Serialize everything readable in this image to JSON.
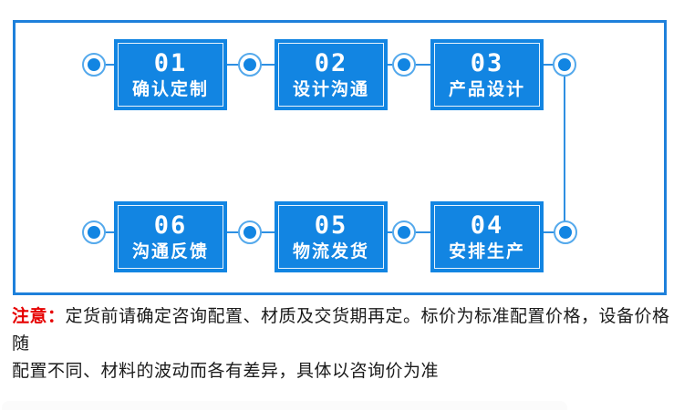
{
  "flow": {
    "steps": [
      {
        "num": "01",
        "label": "确认定制"
      },
      {
        "num": "02",
        "label": "设计沟通"
      },
      {
        "num": "03",
        "label": "产品设计"
      },
      {
        "num": "04",
        "label": "安排生产"
      },
      {
        "num": "05",
        "label": "物流发货"
      },
      {
        "num": "06",
        "label": "沟通反馈"
      }
    ],
    "row1_display_order": [
      "01",
      "02",
      "03"
    ],
    "row2_display_order": [
      "06",
      "05",
      "04"
    ]
  },
  "note": {
    "prefix": "注意：",
    "line1": "定货前请确定咨询配置、材质及交货期再定。标价为标准配置价格，设备价格随",
    "line2": "配置不同、材料的波动而各有差异，具体以咨询价为准"
  },
  "colors": {
    "box_blue": "#1285e2",
    "panel_border_blue": "#1e80db",
    "connector_blue": "#2e8fe2",
    "node_ring_blue": "#54a9ec",
    "note_red": "#e60000",
    "note_text": "#1b1b1b"
  }
}
